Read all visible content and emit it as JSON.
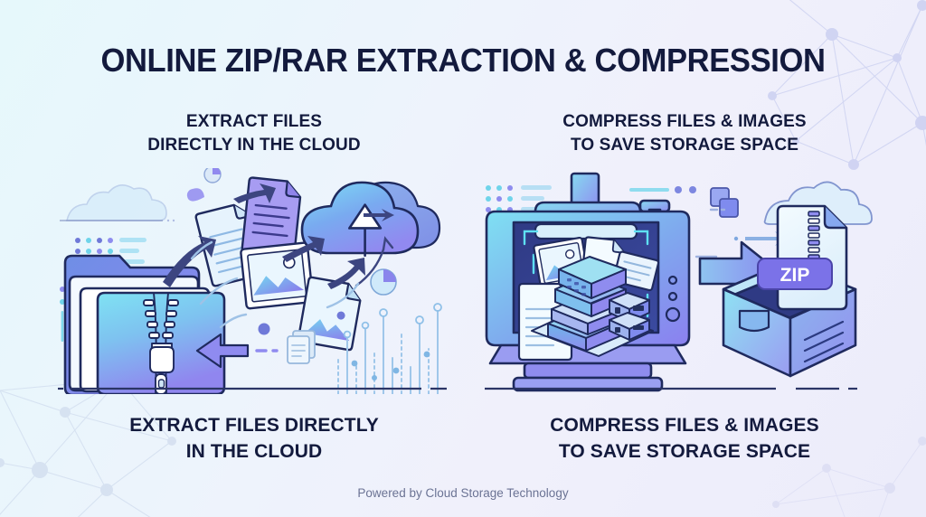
{
  "page": {
    "title": "ONLINE ZIP/RAR EXTRACTION & COMPRESSION",
    "footer": "Powered by Cloud Storage Technology",
    "background_start": "#e6f8fb",
    "background_end": "#ececfa",
    "title_color": "#131a3d"
  },
  "columns": {
    "left": {
      "heading_line1": "EXTRACT FILES",
      "heading_line2": "DIRECTLY IN THE CLOUD",
      "caption_line1": "EXTRACT FILES DIRECTLY",
      "caption_line2": "IN THE CLOUD",
      "illustration_name": "zipper-folder-to-cloud-upload"
    },
    "right": {
      "heading_line1": "COMPRESS FILES & IMAGES",
      "heading_line2": "TO SAVE STORAGE SPACE",
      "caption_line1": "COMPRESS FILES & IMAGES",
      "caption_line2": "TO SAVE STORAGE SPACE",
      "illustration_name": "compression-press-to-zip-box"
    }
  },
  "illustration_labels": {
    "zip_badge": "ZIP"
  },
  "palette": {
    "outline": "#1f2a5e",
    "cyan": "#62d8f0",
    "sky": "#69c5f2",
    "periwinkle": "#8d8cf0",
    "violet": "#7b6ce8",
    "deep_navy": "#2a3274",
    "paper": "#eaf4fd",
    "accent_dot": "#6f79d8"
  }
}
